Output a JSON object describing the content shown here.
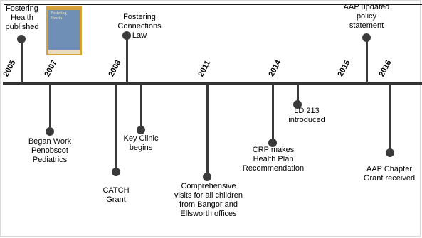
{
  "years": [
    "2005",
    "2007",
    "2008",
    "2011",
    "2014",
    "2015",
    "2016"
  ],
  "events": {
    "fostering_health": "Fostering\nHealth\npublished",
    "fostering_connections": "Fostering\nConnections\nLaw",
    "aap_policy": "AAP updated\npolicy\nstatement",
    "began_work": "Began Work\nPenobscot\nPediatrics",
    "catch": "CATCH\nGrant",
    "key_clinic": "Key Clinic\nbegins",
    "comprehensive": "Comprehensive\nvisits for all children\nfrom Bangor and\nEllsworth offices",
    "crp": "CRP makes\nHealth Plan\nRecommendation",
    "ld213": "LD 213\nintroduced",
    "aap_chapter": "AAP Chapter\nGrant received"
  },
  "book_cover": {
    "title": "Fostering\nHealth"
  },
  "colors": {
    "axis": "#333333",
    "marker": "#3a3a3a",
    "cover": "#d8a23a"
  }
}
